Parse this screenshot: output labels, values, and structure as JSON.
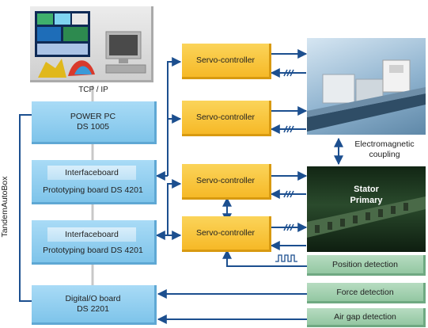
{
  "tcp_ip_label": "TCP / IP",
  "power_pc": {
    "line1": "POWER PC",
    "line2": "DS 1005"
  },
  "proto_board_1": {
    "inner_label": "Interfaceboard",
    "label": "Prototyping board DS 4201"
  },
  "proto_board_2": {
    "inner_label": "Interfaceboard",
    "label": "Prototyping board DS 4201"
  },
  "digital_io": {
    "line1": "Digital/O board",
    "line2": "DS 2201"
  },
  "tandem_label": "TandemAutoBox",
  "servo_labels": [
    "Servo-controller",
    "Servo-controller",
    "Servo-controller",
    "Servo-controller"
  ],
  "coupling": {
    "line1": "Electromagnetic",
    "line2": "coupling"
  },
  "stator": {
    "line1": "Stator",
    "line2": "Primary"
  },
  "detections": [
    "Position detection",
    "Force detection",
    "Air gap detection"
  ],
  "colors": {
    "arrow": "#1c4f8f",
    "blue_box": "#8fcdee",
    "servo": "#f8c43c",
    "detection": "#a5d2b2"
  }
}
